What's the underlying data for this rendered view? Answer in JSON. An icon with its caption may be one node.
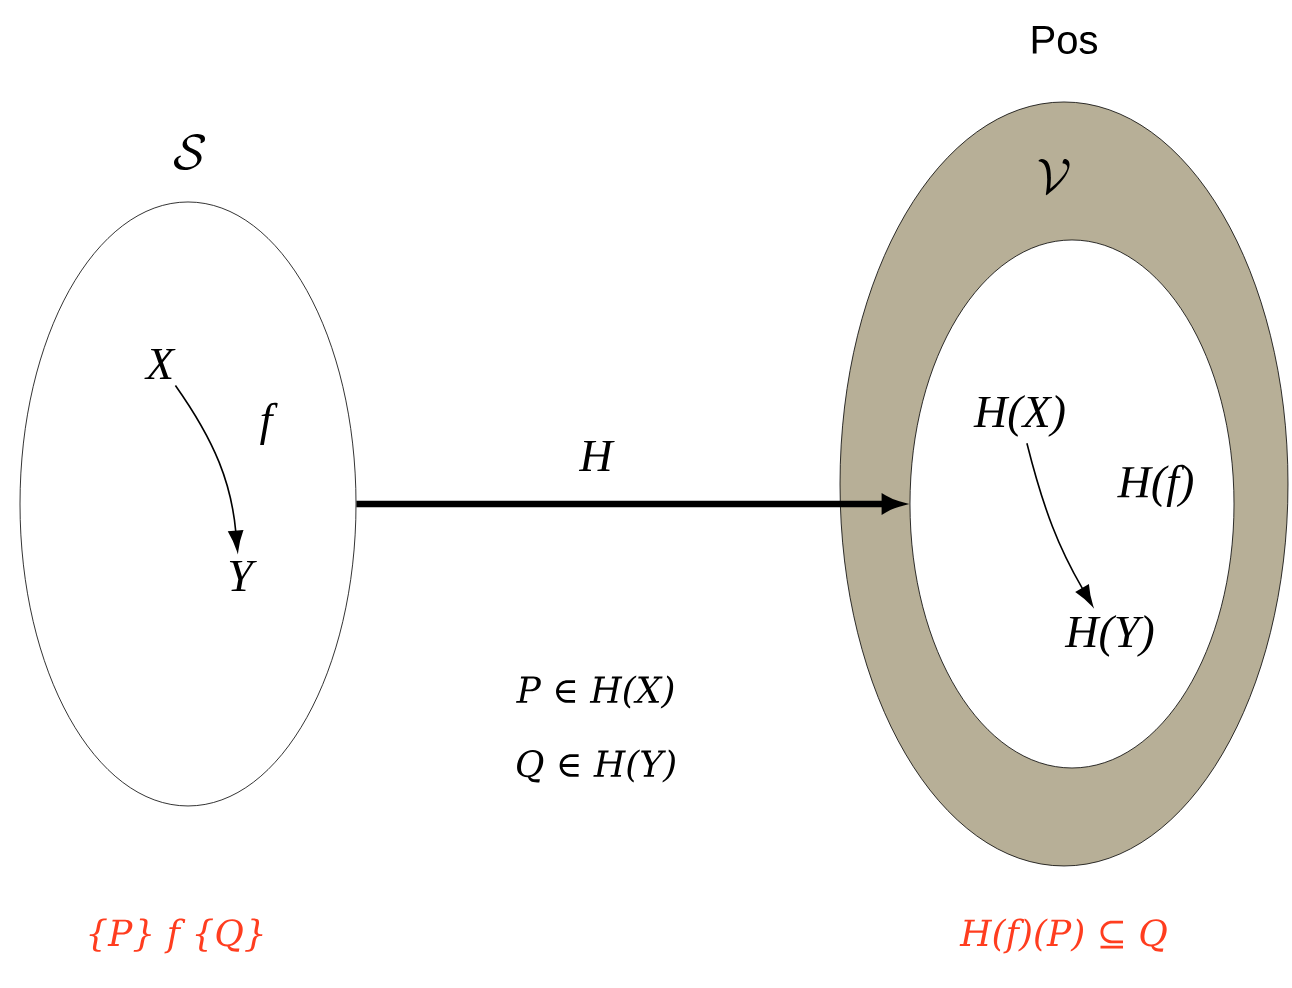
{
  "diagram": {
    "nodes": [
      {
        "text": [
          "\\mathcal{S}"
        ]
      },
      {
        "text": [
          "Pos",
          "\\mathcal{V}"
        ]
      },
      {
        "text": [],
        "shape": "ellipse",
        "in": 1
      },
      {
        "text": [
          "X"
        ],
        "in": 0
      },
      {
        "text": [
          "Y"
        ],
        "in": 0
      },
      {
        "text": [
          "H(X)"
        ],
        "in": 2
      },
      {
        "text": [
          "H(Y)"
        ],
        "in": 2
      }
    ],
    "edges": [
      {
        "from": 3,
        "to": 4,
        "arrow": "to",
        "label": "f"
      },
      {
        "from": 0,
        "to": 2,
        "arrow": "to",
        "label": "H",
        "style": "thick"
      },
      {
        "from": 5,
        "to": 6,
        "arrow": "to",
        "label": "H(f)"
      }
    ],
    "labels": [
      "P ∈ H(X)",
      "Q ∈ H(Y)",
      "{P} f {Q}",
      "H(f)(P) ⊆ Q"
    ]
  }
}
